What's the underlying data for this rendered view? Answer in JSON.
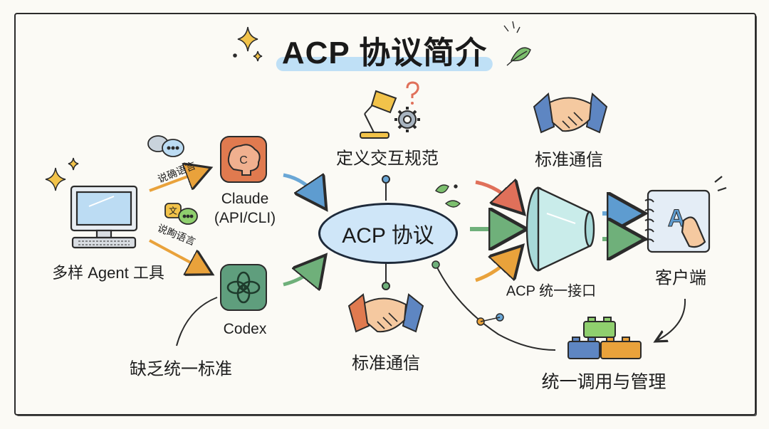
{
  "title": "ACP 协议简介",
  "nodes": {
    "tools": "多样 Agent 工具",
    "claude": "Claude\n(API/CLI)",
    "codex": "Codex",
    "lack_standard": "缺乏统一标准",
    "define_spec": "定义交互规范",
    "acp": "ACP 协议",
    "std_comm_top": "标准通信",
    "std_comm_bottom": "标准通信",
    "acp_interface": "ACP 统一接口",
    "client": "客户端",
    "unified_mgmt": "统一调用与管理"
  },
  "edge_labels": {
    "speak_clear": "说确语言",
    "speak_vague": "说眴语言"
  },
  "icons": {
    "letter_a": "A",
    "letter_wen": "文"
  },
  "colors": {
    "accent_blue": "#cfe6f8",
    "claude_orange": "#e07a4f",
    "codex_green": "#5f9e7d",
    "arrow_orange": "#e9a23b",
    "arrow_green": "#6fb07a",
    "arrow_blue": "#6aa7d6",
    "arrow_red": "#e0705a"
  }
}
